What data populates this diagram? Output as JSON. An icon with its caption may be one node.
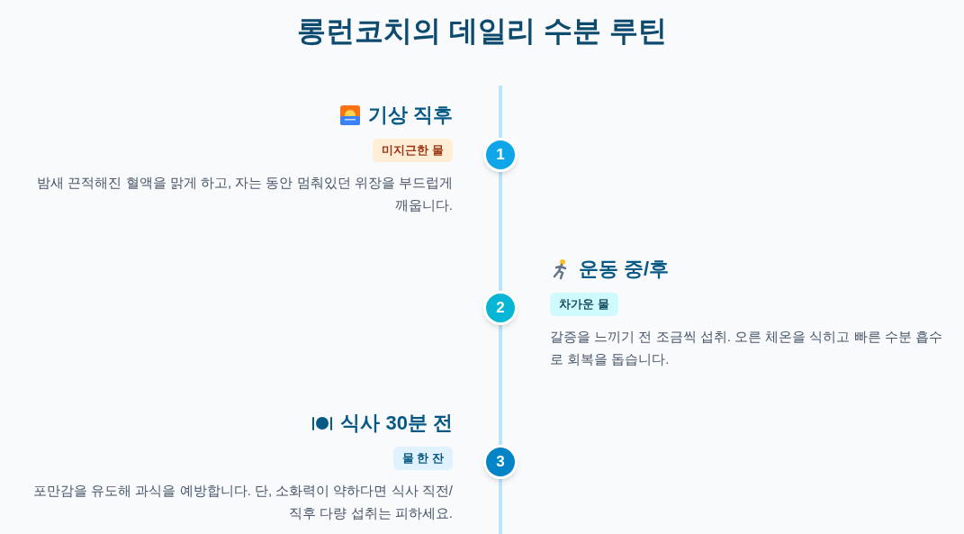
{
  "diagram": {
    "title": "롱런코치의 데일리 수분 루틴",
    "nodes": [
      {
        "text": [
          "미지근한 물"
        ]
      },
      {
        "text": [
          "1"
        ]
      },
      {
        "text": [
          "차가운 물"
        ]
      },
      {
        "text": [
          "2"
        ]
      },
      {
        "text": [
          "물 한 잔"
        ]
      },
      {
        "text": [
          "3"
        ]
      }
    ],
    "edges": [
      {
        "from": 1,
        "to": 3,
        "arrow": "none"
      },
      {
        "from": 3,
        "to": 5,
        "arrow": "none"
      }
    ],
    "labels": [
      "기상 직후",
      "밤새 끈적해진 혈액을 맑게 하고, 자는 동안 멈춰있던 위장을 부드럽게 깨웁니다.",
      "운동 중/후",
      "갈증을 느끼기 전 조금씩 섭취. 오른 체온을 식히고 빠른 수분 흡수로 회복을 돕습니다.",
      "식사 30분 전",
      "포만감을 유도해 과식을 예방합니다. 단, 소화력이 약하다면 식사 직전/직후 다량 섭취는 피하세요."
    ]
  }
}
